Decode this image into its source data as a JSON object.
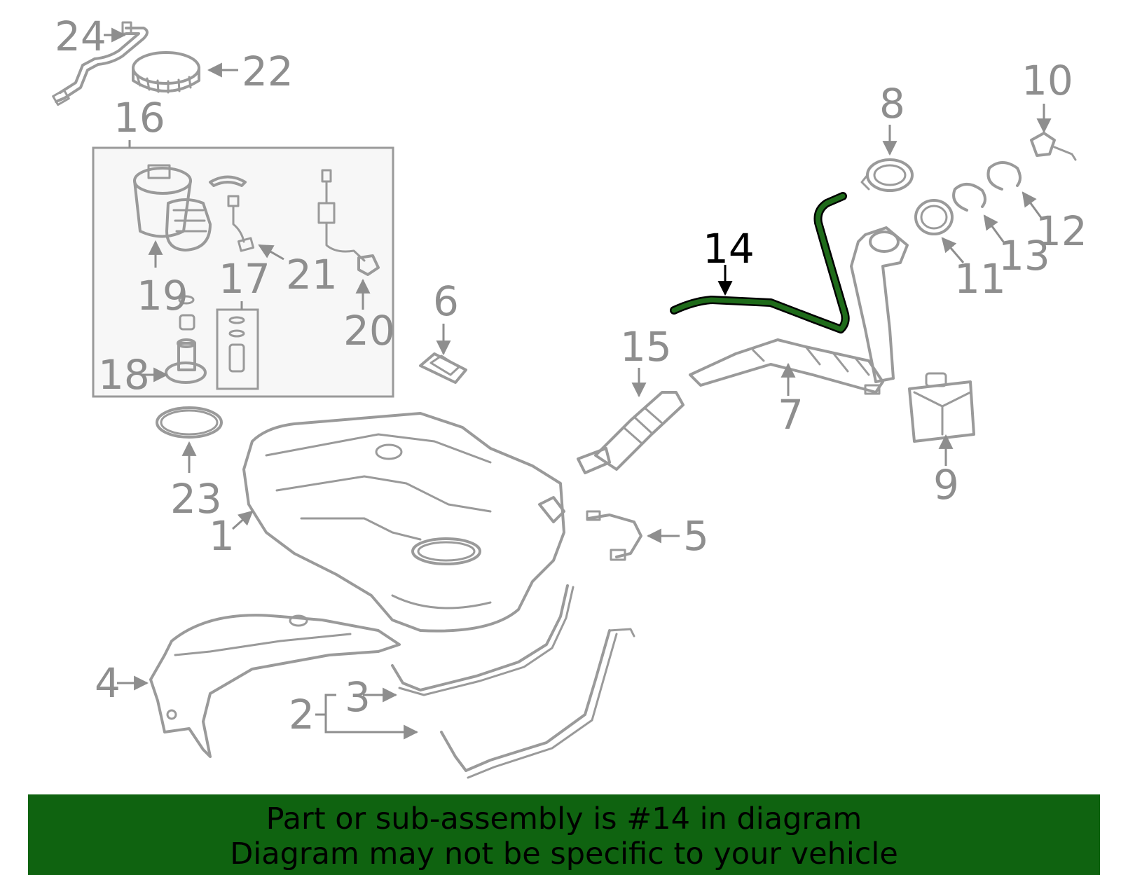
{
  "diagram": {
    "highlighted_part": "14",
    "callouts": [
      "1",
      "2",
      "3",
      "4",
      "5",
      "6",
      "7",
      "8",
      "9",
      "10",
      "11",
      "12",
      "13",
      "14",
      "15",
      "16",
      "17",
      "18",
      "19",
      "20",
      "21",
      "22",
      "23",
      "24"
    ]
  },
  "banner": {
    "line1": "Part or sub-assembly is #14 in diagram",
    "line2": "Diagram may not be specific to your vehicle"
  },
  "colors": {
    "banner_bg": "#0f6310",
    "highlight_part": "#1f6b1a",
    "line_art": "#9a9a9a"
  }
}
